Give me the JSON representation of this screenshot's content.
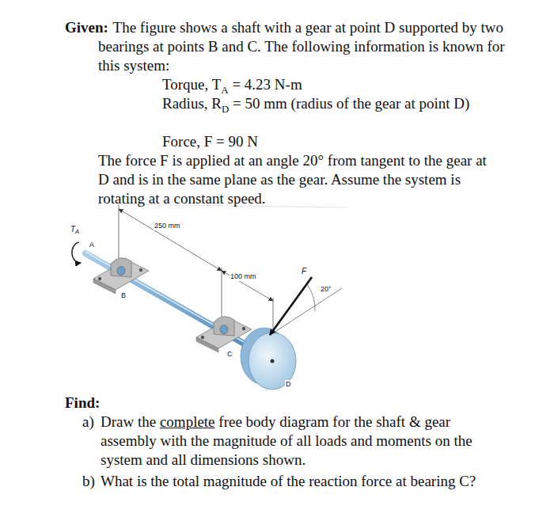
{
  "diagram": {
    "labels": [
      "Given:",
      "The figure shows a shaft with a gear at point D supported by two bearings at points B and C. The following information is known for this system:",
      "Torque, T",
      "A",
      "= 4.23 N-m",
      "Radius, R",
      "D",
      "= 50 mm (radius of the gear at point D)",
      "Force, F = 90 N",
      "The force F is applied at an angle 20° from tangent to the gear at D and is in the same plane as the gear. Assume the system is rotating at a constant speed.",
      "T",
      "A",
      "A",
      "250 mm",
      "B",
      "100 mm",
      "C",
      "F",
      "20°",
      "D",
      "Find:",
      "a)",
      "Draw the",
      "complete",
      "free body diagram for the shaft & gear assembly with the magnitude of all loads and moments on the system and all dimensions shown.",
      "b)",
      "What is the total magnitude of the reaction force at bearing C?"
    ]
  }
}
